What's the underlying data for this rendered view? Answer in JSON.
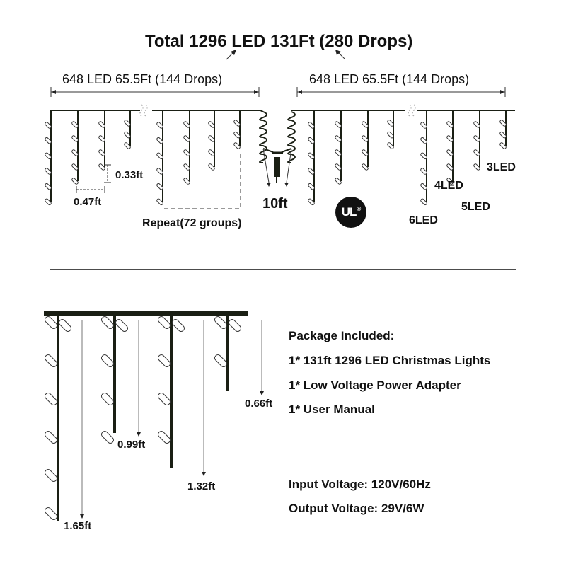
{
  "top": {
    "title": "Total 1296 LED 131Ft (280 Drops)",
    "left_segment": "648 LED 65.5Ft (144 Drops)",
    "right_segment": "648 LED 65.5Ft (144 Drops)",
    "drop_spacing_vertical": "0.33ft",
    "drop_spacing_horizontal": "0.47ft",
    "repeat_label": "Repeat(72 groups)",
    "lead_wire": "10ft",
    "certification": "UL",
    "led_counts": [
      "3LED",
      "4LED",
      "5LED",
      "6LED"
    ]
  },
  "bottom": {
    "drop_lengths": [
      "1.65ft",
      "0.99ft",
      "1.32ft",
      "0.66ft"
    ],
    "package_heading": "Package Included:",
    "package_items": [
      "1* 131ft 1296 LED Christmas Lights",
      "1* Low Voltage Power Adapter",
      "1* User Manual"
    ],
    "input_voltage": "Input Voltage: 120V/60Hz",
    "output_voltage": "Output Voltage: 29V/6W"
  },
  "colors": {
    "wire": "#1a1f14",
    "bulb_outline": "#333333",
    "text": "#111111"
  }
}
